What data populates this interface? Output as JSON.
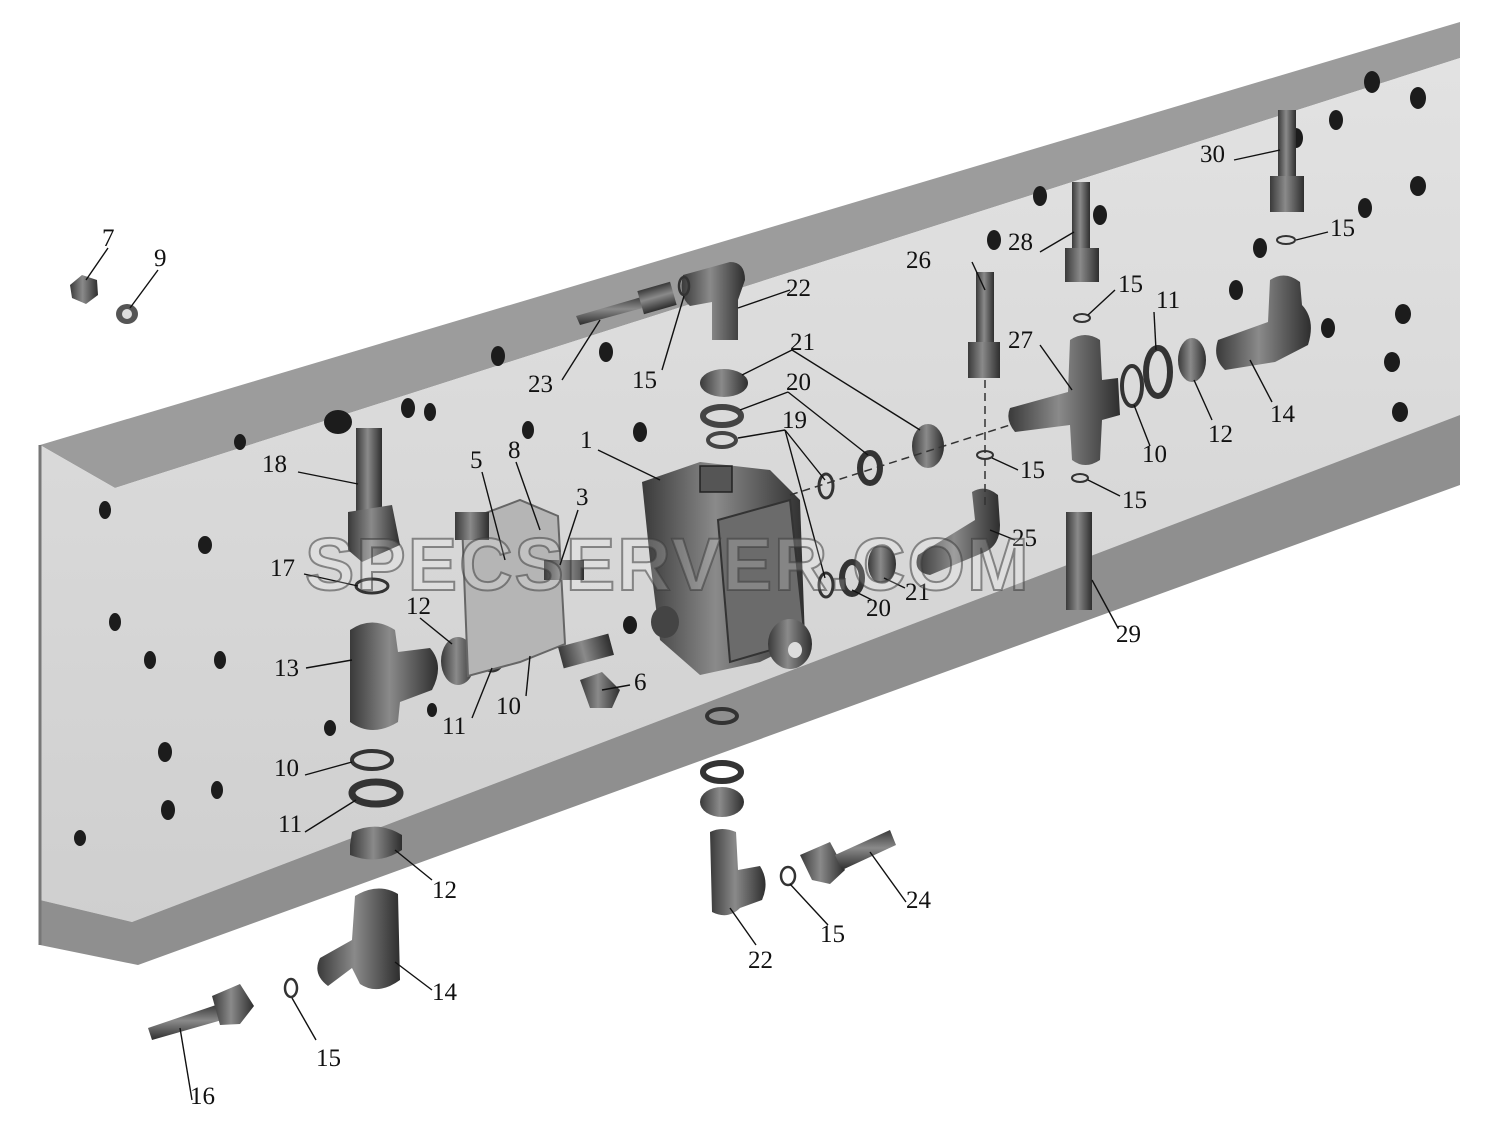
{
  "watermark": "SPECSERVER.COM",
  "colors": {
    "frame_web": "#d8d8d8",
    "frame_flange": "#9a9a9a",
    "parts": "#555555",
    "label": "#111111"
  },
  "callouts": [
    {
      "id": "c1",
      "text": "1"
    },
    {
      "id": "c3",
      "text": "3"
    },
    {
      "id": "c5",
      "text": "5"
    },
    {
      "id": "c6",
      "text": "6"
    },
    {
      "id": "c7",
      "text": "7"
    },
    {
      "id": "c8",
      "text": "8"
    },
    {
      "id": "c9",
      "text": "9"
    },
    {
      "id": "c10a",
      "text": "10"
    },
    {
      "id": "c10b",
      "text": "10"
    },
    {
      "id": "c10c",
      "text": "10"
    },
    {
      "id": "c11a",
      "text": "11"
    },
    {
      "id": "c11b",
      "text": "11"
    },
    {
      "id": "c11c",
      "text": "11"
    },
    {
      "id": "c12a",
      "text": "12"
    },
    {
      "id": "c12b",
      "text": "12"
    },
    {
      "id": "c12c",
      "text": "12"
    },
    {
      "id": "c13",
      "text": "13"
    },
    {
      "id": "c14a",
      "text": "14"
    },
    {
      "id": "c14b",
      "text": "14"
    },
    {
      "id": "c15a",
      "text": "15"
    },
    {
      "id": "c15b",
      "text": "15"
    },
    {
      "id": "c15c",
      "text": "15"
    },
    {
      "id": "c15d",
      "text": "15"
    },
    {
      "id": "c15e",
      "text": "15"
    },
    {
      "id": "c15f",
      "text": "15"
    },
    {
      "id": "c15g",
      "text": "15"
    },
    {
      "id": "c16",
      "text": "16"
    },
    {
      "id": "c17",
      "text": "17"
    },
    {
      "id": "c18",
      "text": "18"
    },
    {
      "id": "c19",
      "text": "19"
    },
    {
      "id": "c20a",
      "text": "20"
    },
    {
      "id": "c20b",
      "text": "20"
    },
    {
      "id": "c21a",
      "text": "21"
    },
    {
      "id": "c21b",
      "text": "21"
    },
    {
      "id": "c22a",
      "text": "22"
    },
    {
      "id": "c22b",
      "text": "22"
    },
    {
      "id": "c23",
      "text": "23"
    },
    {
      "id": "c24",
      "text": "24"
    },
    {
      "id": "c25",
      "text": "25"
    },
    {
      "id": "c26",
      "text": "26"
    },
    {
      "id": "c27",
      "text": "27"
    },
    {
      "id": "c28",
      "text": "28"
    },
    {
      "id": "c29",
      "text": "29"
    },
    {
      "id": "c30",
      "text": "30"
    }
  ]
}
